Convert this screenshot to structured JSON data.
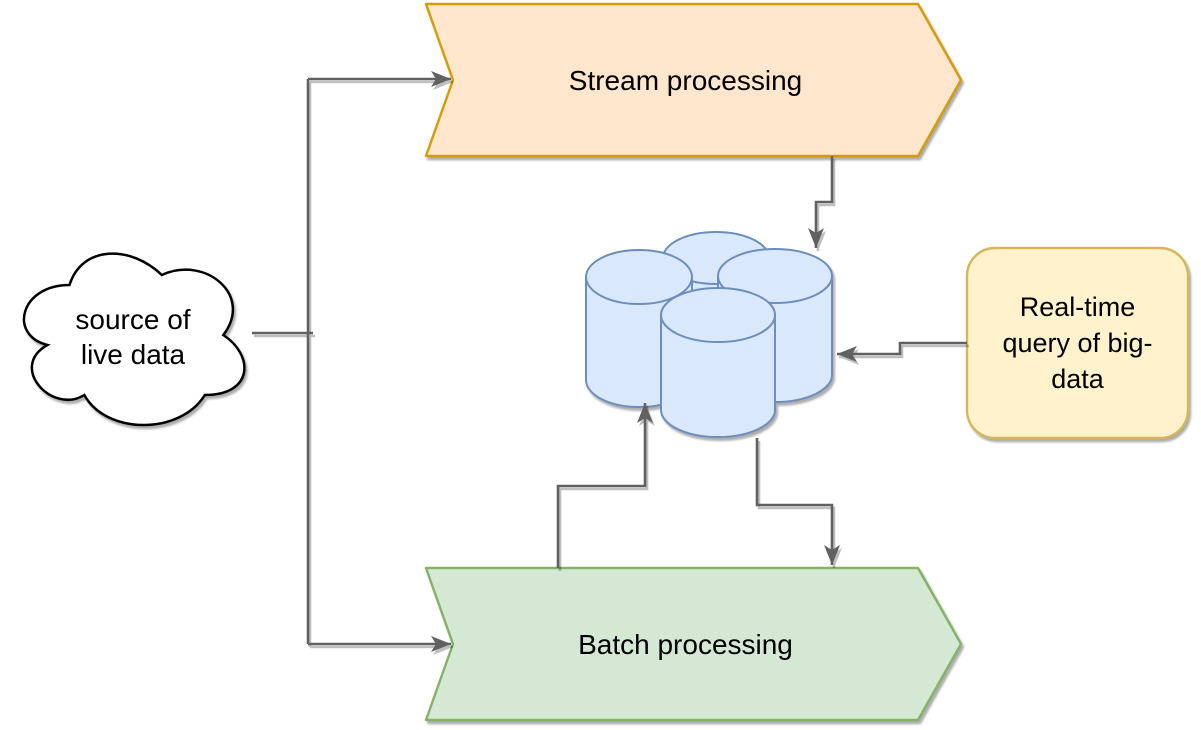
{
  "diagram_type": "architecture-flow-diagram",
  "nodes": {
    "source_cloud": {
      "shape": "cloud",
      "lines": [
        "source of",
        "live data"
      ],
      "full_text": "source of live data"
    },
    "stream_processing": {
      "shape": "ribbon-arrow",
      "label": "Stream processing"
    },
    "batch_processing": {
      "shape": "ribbon-arrow",
      "label": "Batch processing"
    },
    "database_cluster": {
      "shape": "cylinder-group",
      "icon": "database-cylinders-icon",
      "cylinder_count": 4
    },
    "realtime_query": {
      "shape": "rounded-rectangle",
      "lines": [
        "Real-time",
        "query of big-",
        "data"
      ],
      "full_text": "Real-time query of big-data"
    }
  },
  "edges": [
    {
      "from": "source_cloud",
      "to": "stream_processing",
      "arrow": true
    },
    {
      "from": "source_cloud",
      "to": "batch_processing",
      "arrow": true
    },
    {
      "from": "stream_processing",
      "to": "database_cluster",
      "arrow": true
    },
    {
      "from": "realtime_query",
      "to": "database_cluster",
      "arrow": true
    },
    {
      "from": "batch_processing",
      "to": "database_cluster",
      "arrow": true
    },
    {
      "from": "database_cluster",
      "to": "batch_processing",
      "arrow": true
    }
  ],
  "colors": {
    "background": "#FFFFFF",
    "stream_fill": "#FFE6CC",
    "stream_border": "#D79B00",
    "batch_fill": "#D5E8D4",
    "batch_border": "#82B366",
    "query_fill": "#FFF2CC",
    "query_border": "#D6B656",
    "db_fill": "#DAE8FC",
    "db_border": "#6C8EBF",
    "cloud_fill": "#FFFFFF",
    "cloud_border": "#000000",
    "connector": "#616161",
    "text": "#000000"
  }
}
